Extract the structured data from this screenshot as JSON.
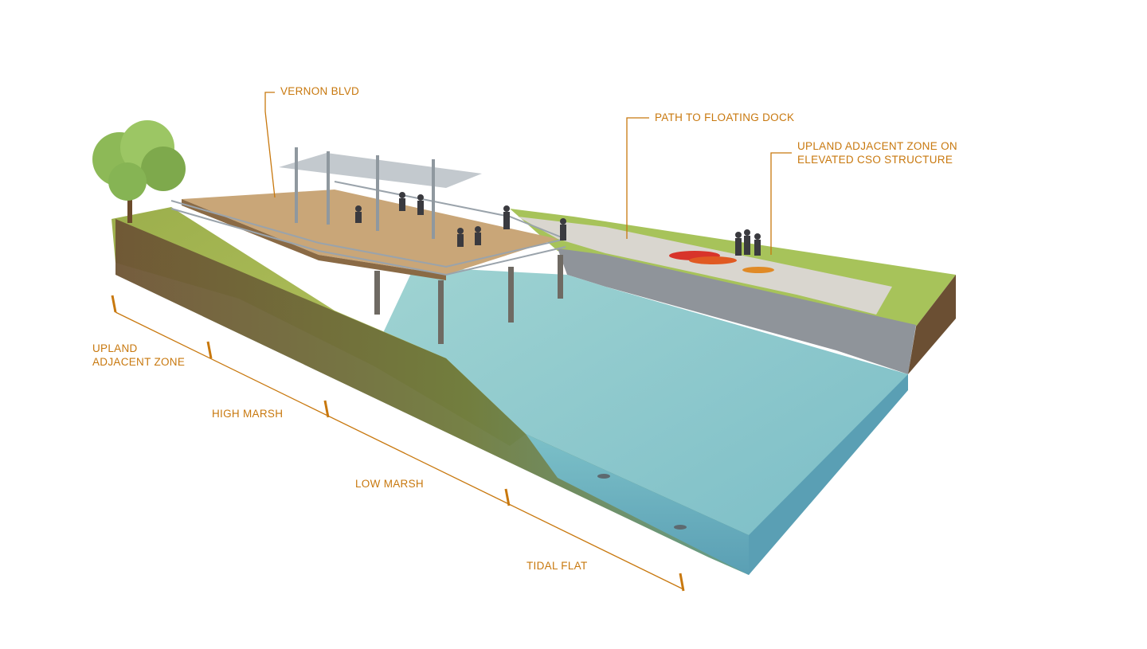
{
  "colors": {
    "label": "#c8780e",
    "water": "#7fc4c9",
    "water_deep": "#5aa9b8",
    "soil": "#6b4f33",
    "grass": "#8ebd4a",
    "marsh": "#a7b84f",
    "riprap": "#8f949a",
    "deck": "#c9a678",
    "steel": "#9aa3ab"
  },
  "icons": [
    "tree-icon",
    "person-icon",
    "kayak-icon",
    "fish-icon"
  ],
  "callouts": {
    "vernon_blvd": "VERNON BLVD",
    "path_to_floating_dock": "PATH TO FLOATING DOCK",
    "upland_cso_line1": "UPLAND ADJACENT ZONE ON",
    "upland_cso_line2": "ELEVATED CSO STRUCTURE"
  },
  "zones": {
    "upland_line1": "UPLAND",
    "upland_line2": "ADJACENT ZONE",
    "high_marsh": "HIGH MARSH",
    "low_marsh": "LOW MARSH",
    "tidal_flat": "TIDAL FLAT"
  }
}
